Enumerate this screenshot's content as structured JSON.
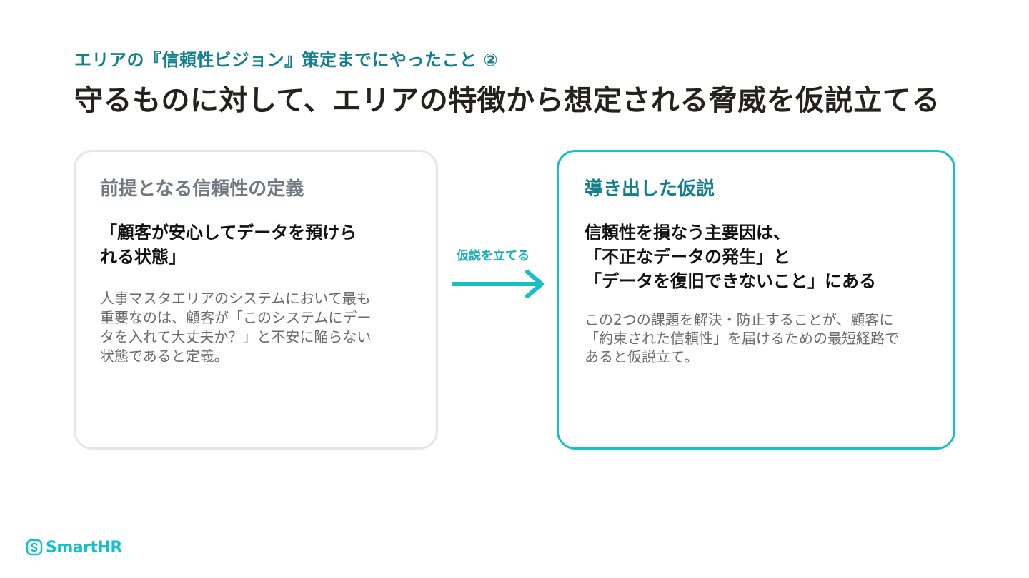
{
  "slide": {
    "eyebrow": "エリアの『信頼性ビジョン』策定までにやったこと ②",
    "headline": "守るものに対して、エリアの特徴から想定される脅威を仮説立てる"
  },
  "left_card": {
    "heading": "前提となる信頼性の定義",
    "lead_lines": [
      "「顧客が安心してデータを預けら",
      "れる状態」"
    ],
    "body_lines": [
      "人事マスタエリアのシステムにおいて最も",
      "重要なのは、顧客が「このシステムにデー",
      "タを入れて大丈夫か？」と不安に陥らない",
      "状態であると定義。"
    ]
  },
  "arrow": {
    "label": "仮説を立てる"
  },
  "right_card": {
    "heading": "導き出した仮説",
    "lead_lines": [
      "信頼性を損なう主要因は、",
      "「不正なデータの発生」と",
      "「データを復旧できないこと」にある"
    ],
    "body_lines": [
      "この2つの課題を解決・防止することが、顧客に",
      "「約束された信頼性」を届けるための最短経路で",
      "あると仮説立て。"
    ]
  },
  "logo": {
    "text": "SmartHR",
    "icon": "smarthr-logo-icon"
  },
  "colors": {
    "accent": "#17bfc7",
    "accent_dark": "#127f8c",
    "text_dark": "#23221e",
    "muted": "#707881",
    "left_border": "#e6e6e8"
  }
}
